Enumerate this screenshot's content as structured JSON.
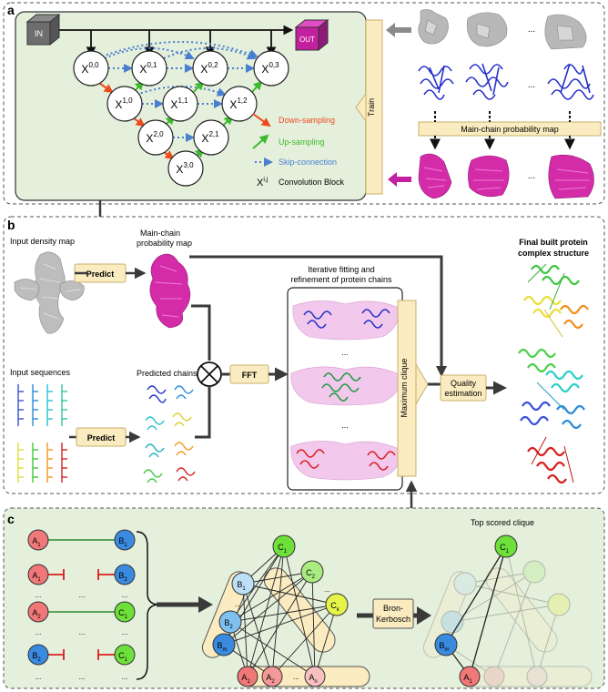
{
  "panels": {
    "a": "a",
    "b": "b",
    "c": "c"
  },
  "unet": {
    "in": "IN",
    "out": "OUT",
    "nodes": {
      "n00": {
        "base": "X",
        "sup": "0,0"
      },
      "n01": {
        "base": "X",
        "sup": "0,1"
      },
      "n02": {
        "base": "X",
        "sup": "0,2"
      },
      "n03": {
        "base": "X",
        "sup": "0,3"
      },
      "n10": {
        "base": "X",
        "sup": "1,0"
      },
      "n11": {
        "base": "X",
        "sup": "1,1"
      },
      "n12": {
        "base": "X",
        "sup": "1,2"
      },
      "n20": {
        "base": "X",
        "sup": "2,0"
      },
      "n21": {
        "base": "X",
        "sup": "2,1"
      },
      "n30": {
        "base": "X",
        "sup": "3,0"
      }
    },
    "legend": {
      "down": "Down-sampling",
      "up": "Up-sampling",
      "skip": "Skip-connection",
      "conv_sym": "X",
      "conv_sup": "i,j",
      "conv": "Convolution Block"
    },
    "train": "Train",
    "mc_map": "Main-chain probability map",
    "dots": "..."
  },
  "colors": {
    "green_bg": "#e4efdc",
    "beige": "#faecc0",
    "beige_border": "#c8b06a",
    "down": "#ee4a1c",
    "up": "#3dbb2c",
    "skip": "#4a7fd0",
    "magenta": "#cc2aa6",
    "grey": "#8a8a8a"
  },
  "panel_b": {
    "input_density": "Input density map",
    "mc_prob_1": "Main-chain",
    "mc_prob_2": "probability map",
    "predict": "Predict",
    "fft": "FFT",
    "iter_1": "Iterative fitting and",
    "iter_2": "refinement of protein chains",
    "max_clique": "Maximum clique",
    "quality_1": "Quality",
    "quality_2": "estimation",
    "final_1": "Final built protein",
    "final_2": "complex structure",
    "input_seq": "Input sequences",
    "pred_chains": "Predicted chains",
    "dots": "..."
  },
  "panel_c": {
    "top_scored": "Top scored clique",
    "bron_1": "Bron-",
    "bron_2": "Kerbosch",
    "dots": "...",
    "nodes": {
      "A1": {
        "b": "A",
        "s": "1"
      },
      "A2": {
        "b": "A",
        "s": "2"
      },
      "An": {
        "b": "A",
        "s": "n"
      },
      "B1": {
        "b": "B",
        "s": "1"
      },
      "B2": {
        "b": "B",
        "s": "2"
      },
      "Bm": {
        "b": "B",
        "s": "m"
      },
      "C1": {
        "b": "C",
        "s": "1"
      },
      "C2": {
        "b": "C",
        "s": "2"
      },
      "Ck": {
        "b": "C",
        "s": "k"
      }
    }
  }
}
